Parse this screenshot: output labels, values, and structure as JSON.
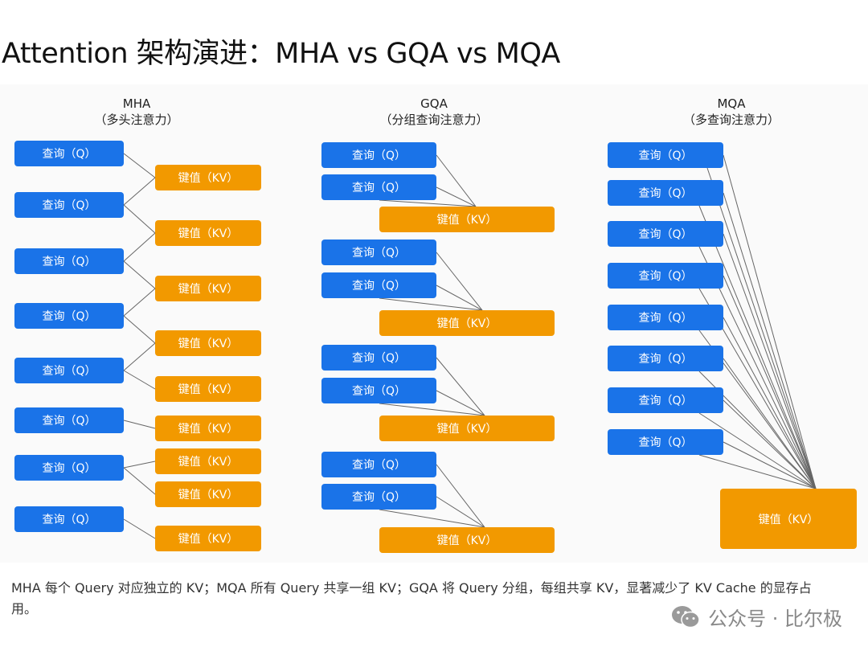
{
  "title": "Attention 架构演进：MHA vs GQA vs MQA",
  "columns": {
    "mha": {
      "title": "MHA",
      "subtitle": "（多头注意力）"
    },
    "gqa": {
      "title": "GQA",
      "subtitle": "（分组查询注意力）"
    },
    "mqa": {
      "title": "MQA",
      "subtitle": "（多查询注意力）"
    }
  },
  "labels": {
    "query": "查询（Q）",
    "kv": "键值（KV）"
  },
  "caption": "MHA 每个 Query 对应独立的 KV；MQA 所有 Query 共享一组 KV；GQA 将 Query 分组，每组共享 KV，显著减少了 KV Cache 的显存占用。",
  "watermark": {
    "text": "公众号 · 比尔极",
    "icon": "wechat-icon"
  },
  "colors": {
    "query": "#1a73e8",
    "kv": "#f29900",
    "line": "#666666"
  }
}
